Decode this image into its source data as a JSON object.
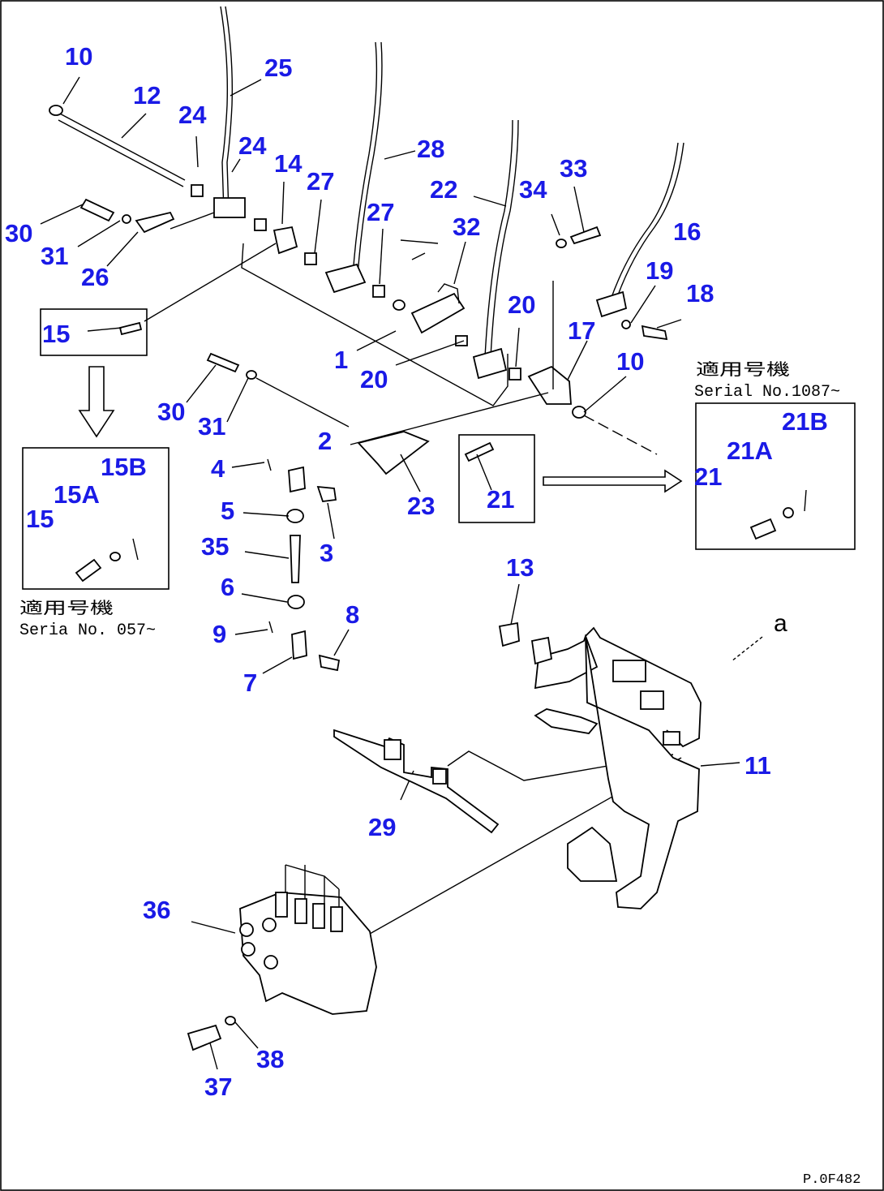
{
  "diagram": {
    "callouts": [
      "10",
      "12",
      "24",
      "25",
      "24",
      "14",
      "27",
      "28",
      "22",
      "34",
      "33",
      "16",
      "30",
      "31",
      "26",
      "27",
      "32",
      "19",
      "18",
      "15",
      "1",
      "20",
      "20",
      "17",
      "10",
      "30",
      "31",
      "2",
      "4",
      "3",
      "5",
      "35",
      "6",
      "9",
      "8",
      "7",
      "23",
      "21",
      "13",
      "11",
      "29",
      "36",
      "37",
      "38"
    ],
    "detail_left": {
      "callouts": [
        "15B",
        "15A",
        "15"
      ],
      "serial_line1": "適用号機",
      "serial_line2": "Seria  No. 057~"
    },
    "detail_right": {
      "callouts": [
        "21B",
        "21A",
        "21"
      ],
      "serial_line1": "適用号機",
      "serial_line2": "Serial No.1087~"
    },
    "view_marker": "a",
    "figure_code": "P.0F482"
  }
}
